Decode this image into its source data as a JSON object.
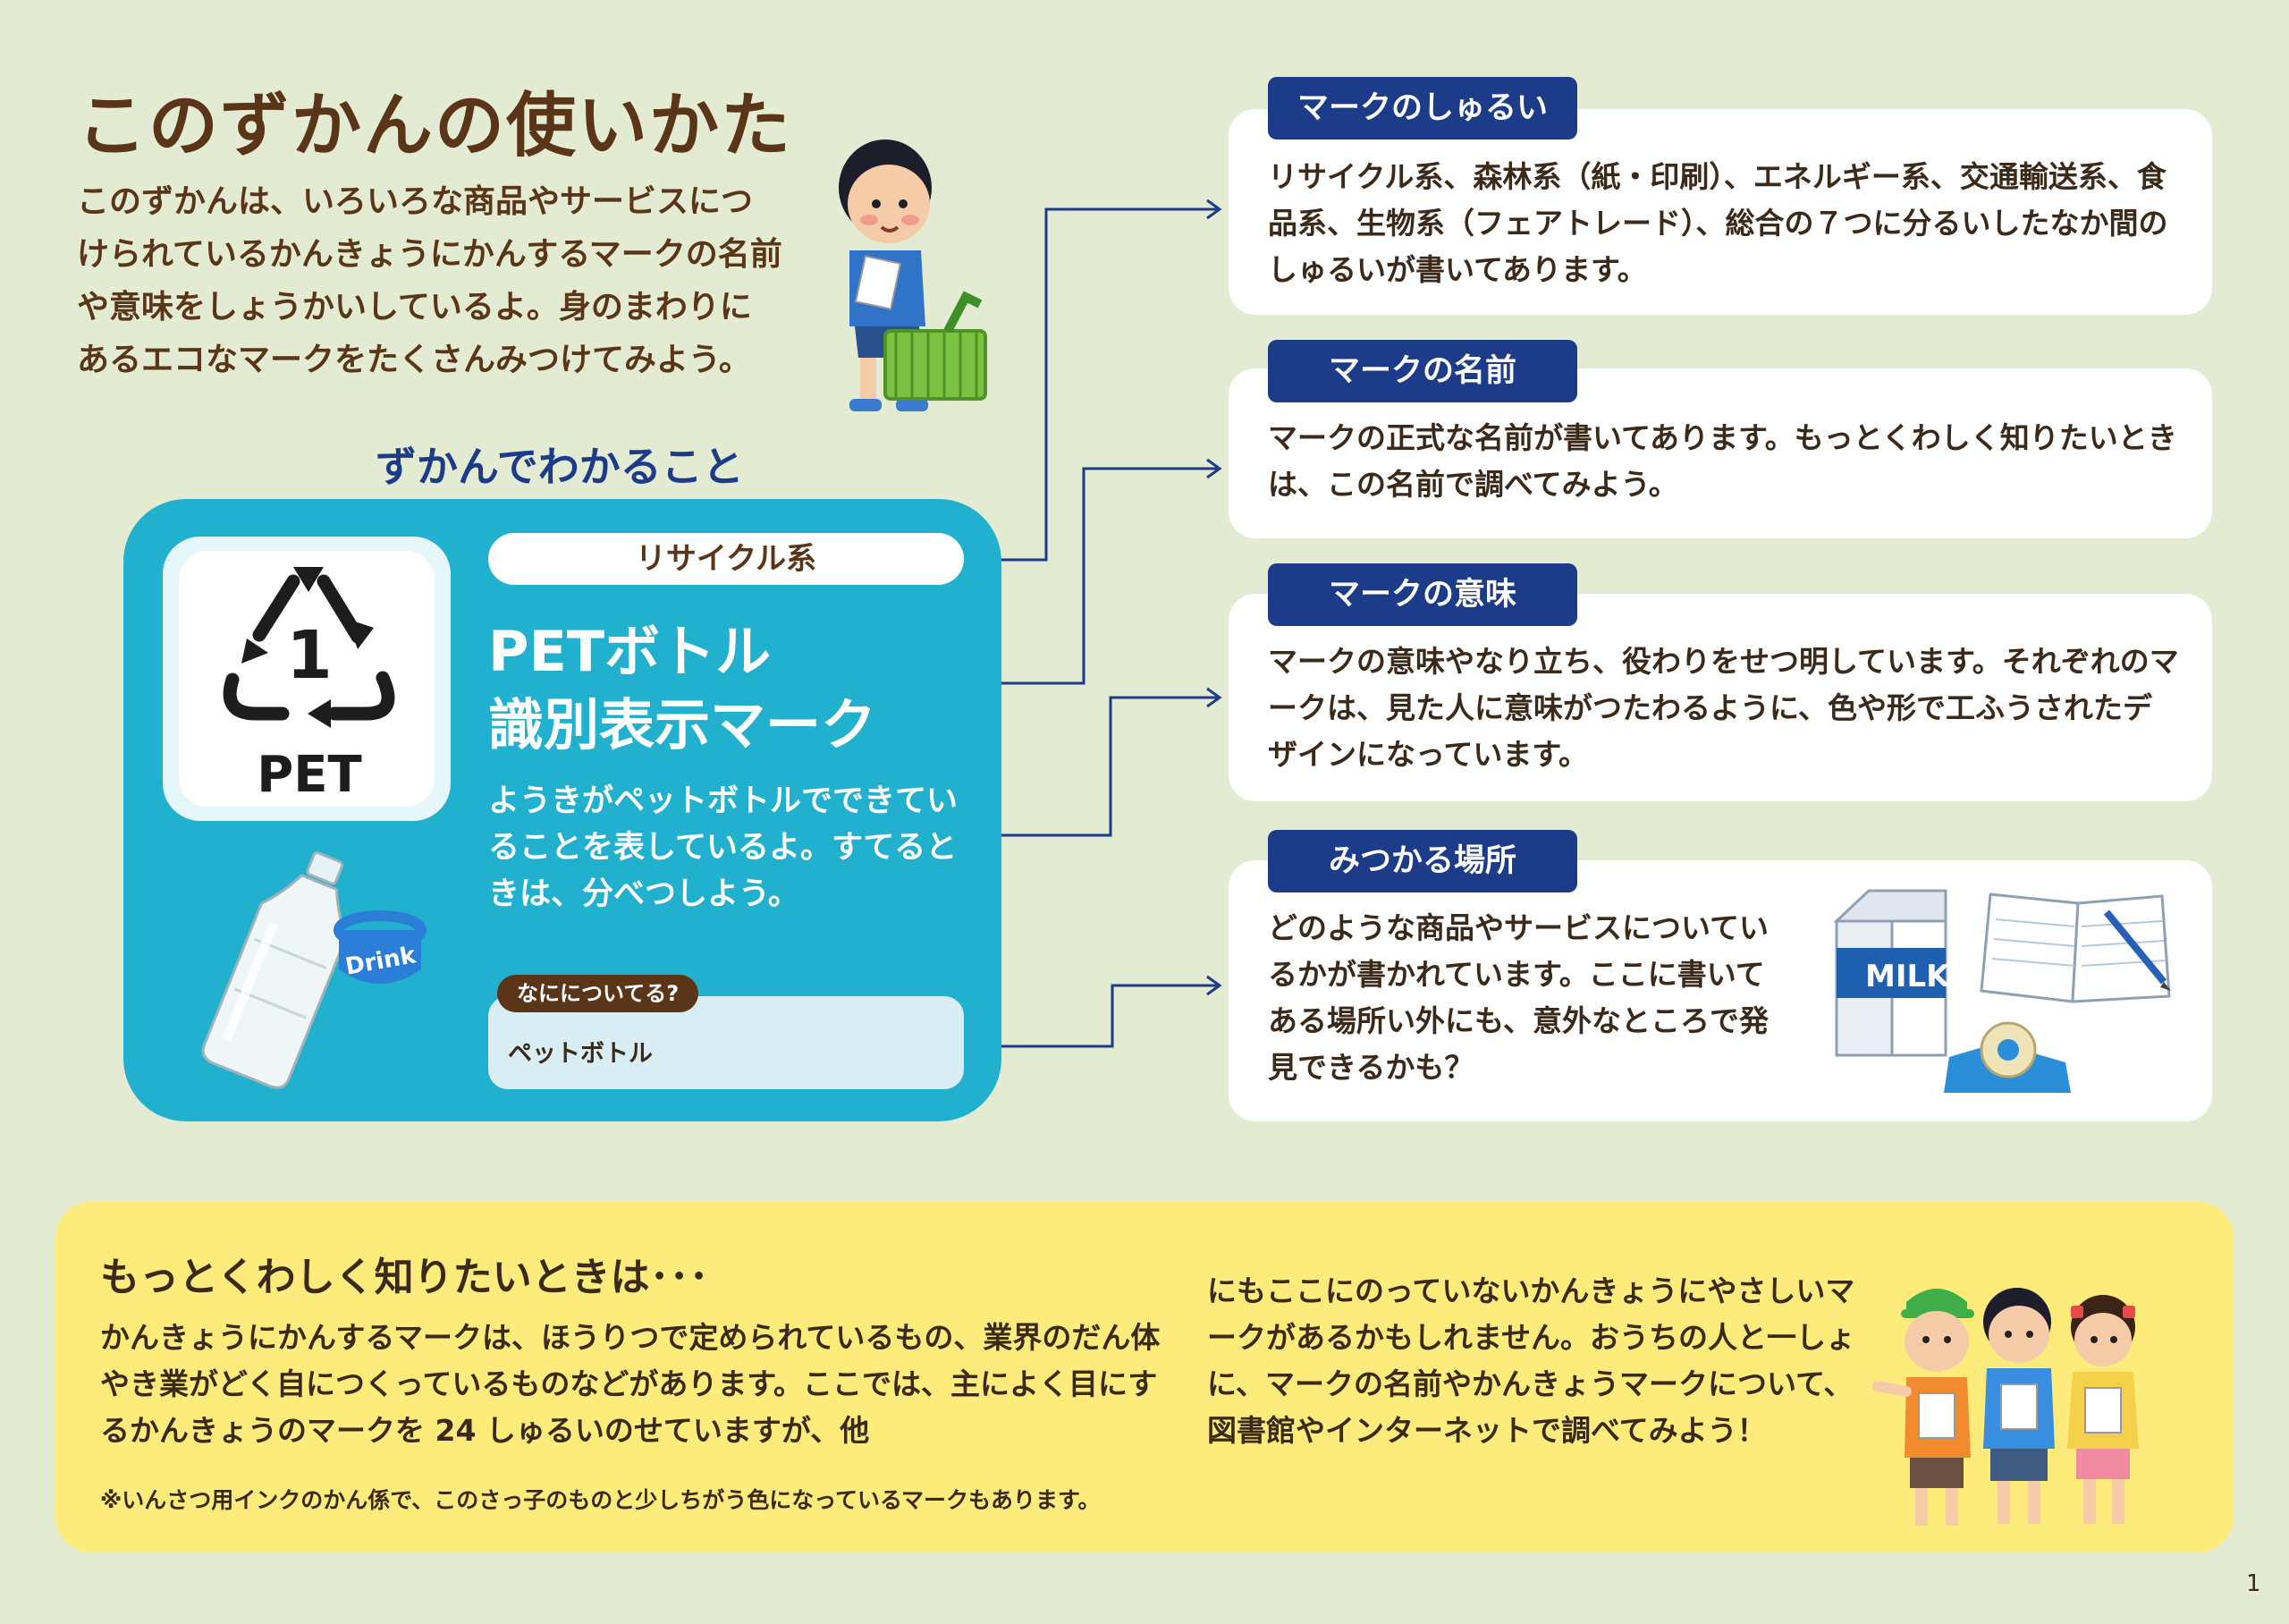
{
  "page": {
    "title": "このずかんの使いかた",
    "intro": "このずかんは、いろいろな商品やサービスにつけられているかんきょうにかんするマークの名前や意味をしょうかいしているよ。身のまわりにあるエコなマークをたくさんみつけてみよう。",
    "subtitle": "ずかんでわかること",
    "page_number": "1"
  },
  "sample": {
    "mark_code_number": "1",
    "mark_code_label": "PET",
    "category": "リサイクル系",
    "name_line1": "PETボトル",
    "name_line2": "識別表示マーク",
    "description": "ようきがペットボトルでできていることを表しているよ。すてるときは、分べつしよう。",
    "found_on_tab": "なにについてる?",
    "found_on_value": "ペットボトル",
    "drink_label": "Drink"
  },
  "panels": [
    {
      "tab": "マークのしゅるい",
      "text": "リサイクル系、森林系（紙・印刷）、エネルギー系、交通輸送系、食品系、生物系（フェアトレード）、総合の７つに分るいしたなか間のしゅるいが書いてあります。"
    },
    {
      "tab": "マークの名前",
      "text": "マークの正式な名前が書いてあります。もっとくわしく知りたいときは、この名前で調べてみよう。"
    },
    {
      "tab": "マークの意味",
      "text": "マークの意味やなり立ち、役わりをせつ明しています。それぞれのマークは、見た人に意味がつたわるように、色や形で工ふうされたデザインになっています。"
    },
    {
      "tab": "みつかる場所",
      "text": "どのような商品やサービスについているかが書かれています。ここに書いてある場所い外にも、意外なところで発見できるかも？",
      "milk_label": "MILK"
    }
  ],
  "more_info": {
    "title": "もっとくわしく知りたいときは･･･",
    "left_text": "かんきょうにかんするマークは、ほうりつで定められているもの、業界のだん体やき業がどく自につくっているものなどがあります。ここでは、主によく目にするかんきょうのマークを 24 しゅるいのせていますが、他",
    "note": "※いんさつ用インクのかん係で、このさっ子のものと少しちがう色になっているマークもあります。",
    "right_text": "にもここにのっていないかんきょうにやさしいマークがあるかもしれません。おうちの人と一しょに、マークの名前やかんきょうマークについて、図書館やインターネットで調べてみよう！"
  },
  "colors": {
    "background": "#e3ecd2",
    "title_brown": "#5a3518",
    "navy": "#1c3c8a",
    "cyan_card": "#22b0cf",
    "yellow_panel": "#fdec7c"
  }
}
